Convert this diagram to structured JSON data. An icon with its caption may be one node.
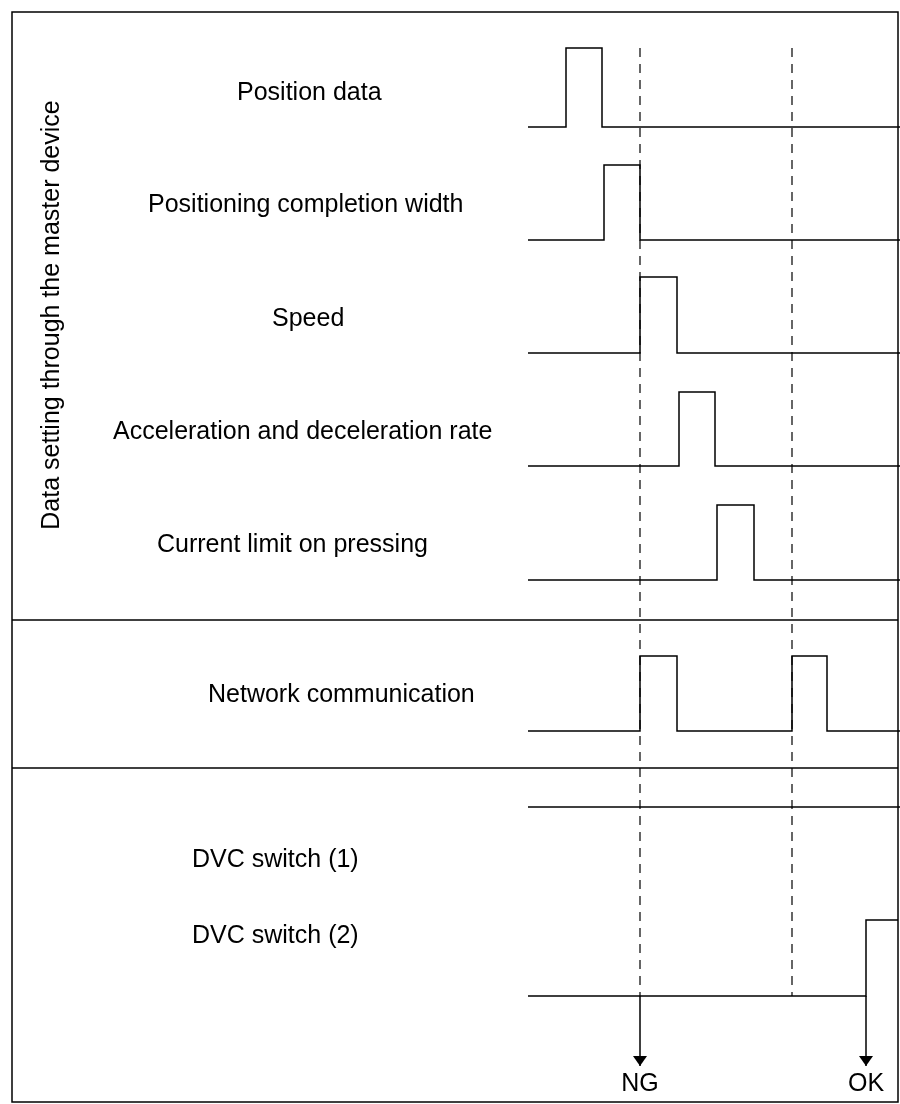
{
  "diagram": {
    "nodes": [
      {
        "text": [
          "NG"
        ]
      },
      {
        "text": [
          "OK"
        ]
      }
    ],
    "edges": [
      {
        "from": null,
        "to": 0,
        "arrow": "to"
      },
      {
        "from": null,
        "to": 1,
        "arrow": "to"
      }
    ],
    "labels": [
      "Data setting through the master device",
      "Position data",
      "Positioning completion width",
      "Speed",
      "Acceleration and deceleration rate",
      "Current limit on pressing",
      "Network communication",
      "DVC switch (1)",
      "DVC switch (2)"
    ]
  }
}
